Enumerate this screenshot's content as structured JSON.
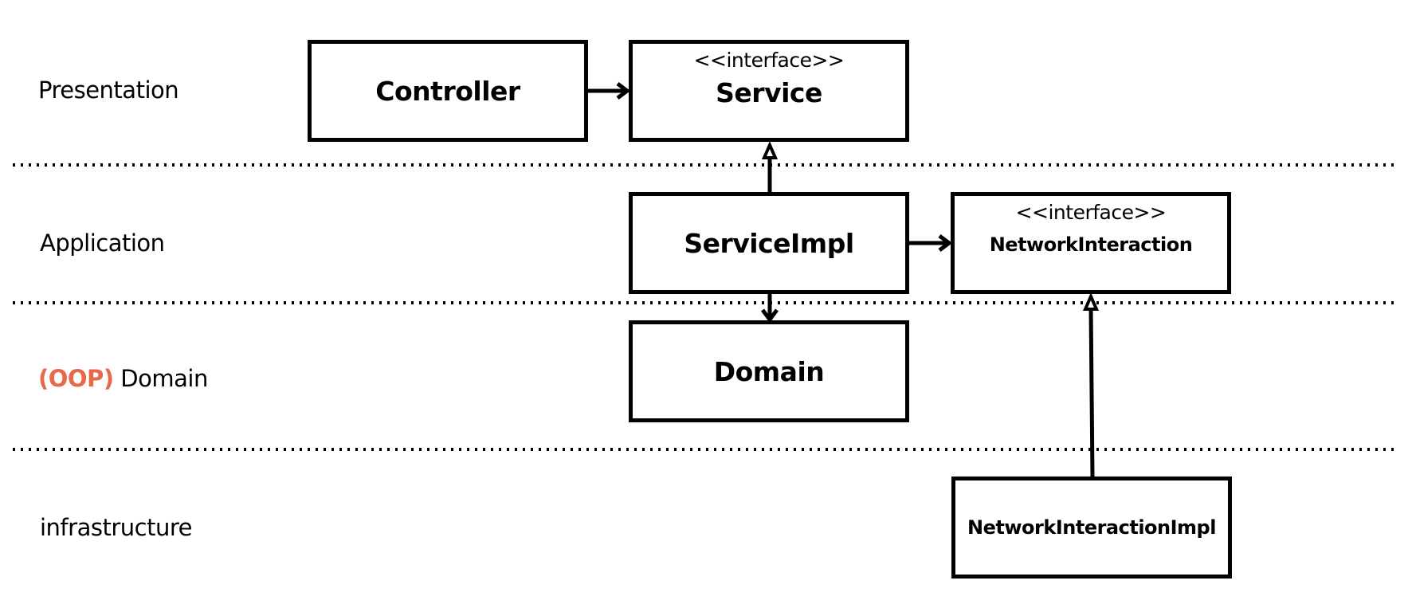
{
  "colors": {
    "accent": "#e8684a",
    "line": "#000000"
  },
  "layers": [
    {
      "id": "presentation",
      "prefix": "",
      "label": "Presentation"
    },
    {
      "id": "application",
      "prefix": "",
      "label": "Application"
    },
    {
      "id": "domain",
      "prefix": "(OOP)",
      "label": " Domain"
    },
    {
      "id": "infrastructure",
      "prefix": "",
      "label": "infrastructure"
    }
  ],
  "boxes": {
    "controller": {
      "stereotype": "",
      "name": "Controller"
    },
    "service": {
      "stereotype": "<<interface>>",
      "name": "Service"
    },
    "service_impl": {
      "stereotype": "",
      "name": "ServiceImpl"
    },
    "network_interaction": {
      "stereotype": "<<interface>>",
      "name": "NetworkInteraction"
    },
    "domain": {
      "stereotype": "",
      "name": "Domain"
    },
    "network_interaction_impl": {
      "stereotype": "",
      "name": "NetworkInteractionImpl"
    }
  }
}
